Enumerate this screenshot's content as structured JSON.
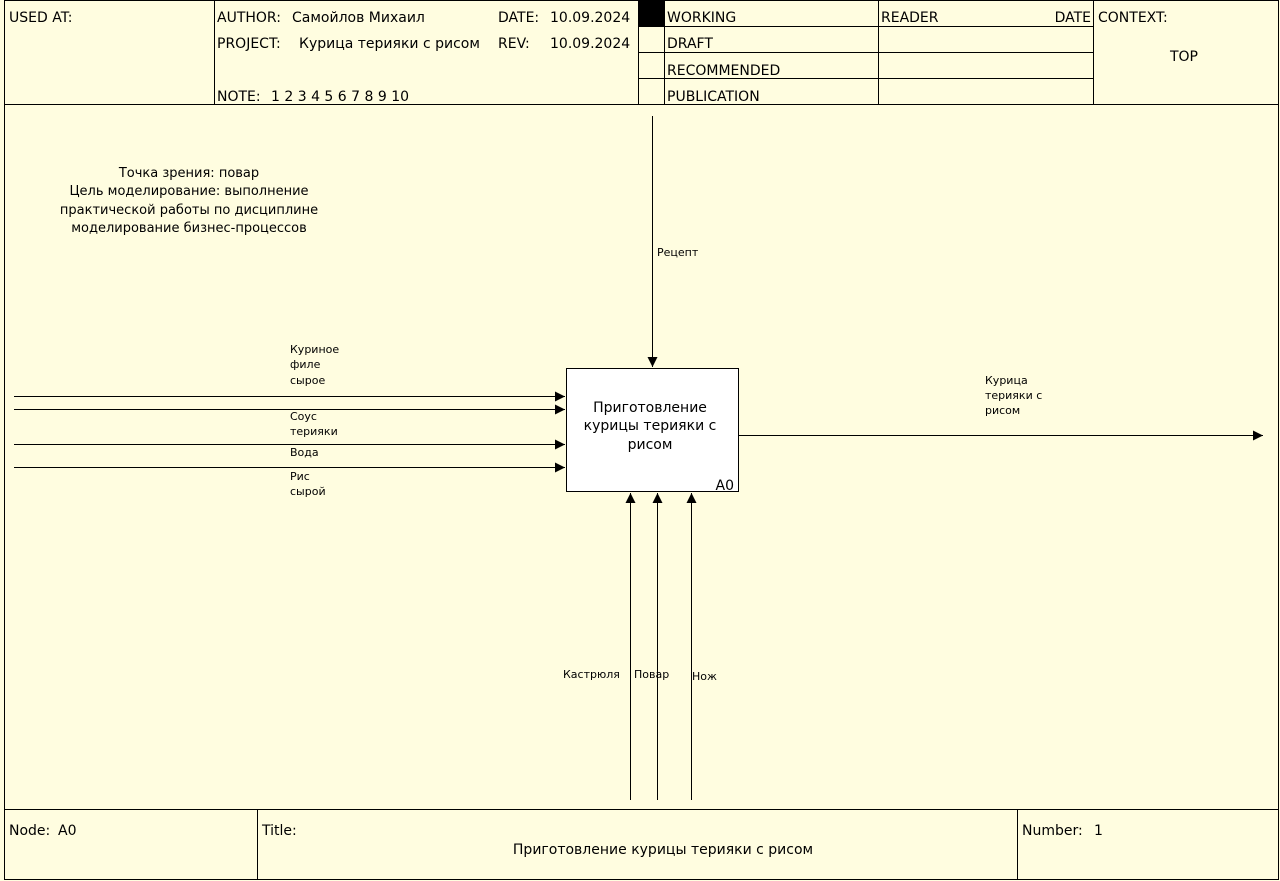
{
  "header": {
    "used_at": "USED AT:",
    "author_label": "AUTHOR:",
    "author": "Самойлов Михаил",
    "date_label": "DATE:",
    "date": "10.09.2024",
    "project_label": "PROJECT:",
    "project": "Курица терияки с рисом",
    "rev_label": "REV:",
    "rev": "10.09.2024",
    "note_label": "NOTE:",
    "note_numbers": "1 2 3 4 5 6 7 8 9 10",
    "status": [
      "WORKING",
      "DRAFT",
      "RECOMMENDED",
      "PUBLICATION"
    ],
    "reader_label": "READER",
    "reader_date_label": "DATE",
    "context_label": "CONTEXT:",
    "context_value": "TOP"
  },
  "viewpoint": [
    "Точка зрения: повар",
    "Цель моделирование: выполнение",
    "практической работы по дисциплине",
    "моделирование бизнес-процессов"
  ],
  "activity": {
    "lines": [
      "Приготовление",
      "курицы терияки с",
      "рисом"
    ],
    "node": "A0"
  },
  "arrows": {
    "control": [
      "Рецепт"
    ],
    "inputs": [
      [
        "Куриное",
        "филе",
        "сырое"
      ],
      [
        "Соус",
        "терияки"
      ],
      [
        "Вода"
      ],
      [
        "Рис",
        "сырой"
      ]
    ],
    "output": [
      "Курица",
      "терияки с",
      "рисом"
    ],
    "mechanisms": [
      "Кастрюля",
      "Повар",
      "Нож"
    ]
  },
  "footer": {
    "node_label": "Node:",
    "node": "A0",
    "title_label": "Title:",
    "title": "Приготовление курицы терияки с рисом",
    "number_label": "Number:",
    "number": "1"
  }
}
